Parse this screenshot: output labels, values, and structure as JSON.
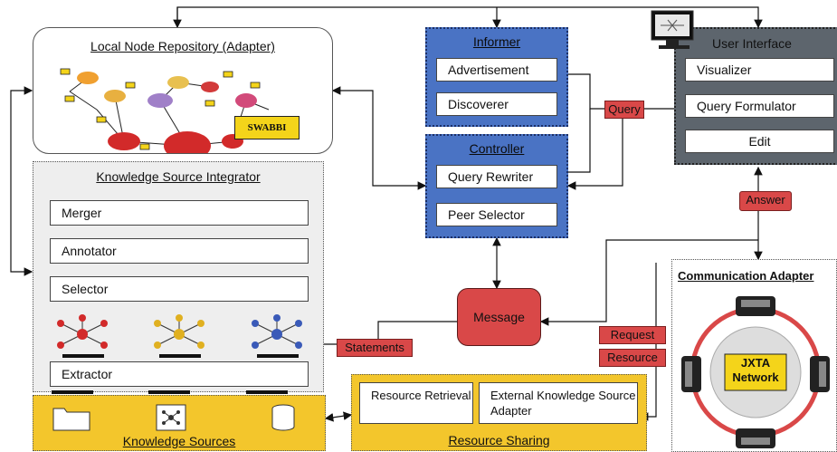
{
  "local_repo": {
    "title": "Local Node Repository (Adapter)",
    "tag": "SWABBI"
  },
  "informer": {
    "title": "Informer",
    "items": [
      "Advertisement",
      "Discoverer"
    ]
  },
  "controller": {
    "title": "Controller",
    "items": [
      "Query Rewriter",
      "Peer Selector"
    ]
  },
  "user_interface": {
    "title": "User Interface",
    "items": [
      "Visualizer",
      "Query Formulator",
      "Edit"
    ]
  },
  "integrator": {
    "title": "Knowledge Source Integrator",
    "merger": "Merger",
    "annotator": "Annotator",
    "selector": "Selector",
    "extractor": "Extractor"
  },
  "knowledge_sources": {
    "title": "Knowledge Sources"
  },
  "resource_sharing": {
    "title": "Resource Sharing",
    "retrieval": "Resource Retrieval",
    "external": "External Knowledge Source Adapter"
  },
  "comm_adapter": {
    "title": "Communication Adapter",
    "network": "JXTA Network"
  },
  "message": "Message",
  "labels": {
    "query": "Query",
    "answer": "Answer",
    "statements": "Statements",
    "request": "Request",
    "resource": "Resource"
  },
  "colors": {
    "blue_panel": "#4a73c4",
    "red_label": "#d94848",
    "yellow_panel": "#f3c62c",
    "dark_panel": "#5d656d"
  }
}
